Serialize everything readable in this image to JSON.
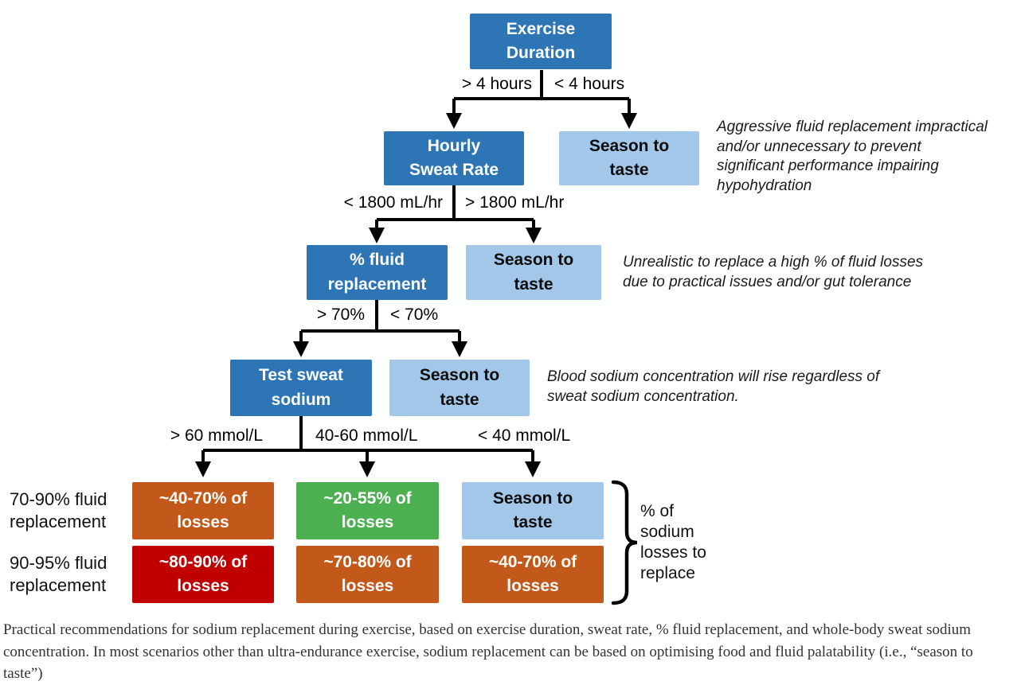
{
  "palette": {
    "decision_blue": "#2E75B6",
    "outcome_light_blue": "#A3C7E8",
    "outcome_orange": "#C2591B",
    "outcome_green": "#4CAF50",
    "outcome_red": "#C00000",
    "line_black": "#000000"
  },
  "nodes": {
    "exercise_duration": "Exercise\nDuration",
    "hourly_sweat_rate": "Hourly\nSweat Rate",
    "pct_fluid_replacement": "% fluid\nreplacement",
    "test_sweat_sodium": "Test sweat\nsodium",
    "season_to_taste": "Season to\ntaste"
  },
  "branches": {
    "gt_4_hours": "> 4 hours",
    "lt_4_hours": "< 4 hours",
    "lt_1800": "< 1800 mL/hr",
    "gt_1800": "> 1800 mL/hr",
    "gt_70pct": "> 70%",
    "lt_70pct": "< 70%",
    "gt_60_mmol": "> 60 mmol/L",
    "mid_40_60_mmol": "40-60 mmol/L",
    "lt_40_mmol": "< 40 mmol/L"
  },
  "notes": {
    "duration_note": "Aggressive fluid replacement impractical\nand/or unnecessary to prevent\nsignificant performance impairing\nhypohydration",
    "sweat_rate_note": "Unrealistic to replace a high % of fluid losses\ndue to practical issues and/or gut tolerance",
    "fluid_replacement_note": "Blood sodium concentration will rise regardless of\nsweat sodium concentration."
  },
  "result_rows": [
    {
      "label": "70-90% fluid\nreplacement",
      "cells": [
        {
          "label": "~40-70% of\nlosses",
          "color": "#C2591B"
        },
        {
          "label": "~20-55% of\nlosses",
          "color": "#4CAF50"
        },
        {
          "label": "Season to\ntaste",
          "color": "#A3C7E8"
        }
      ]
    },
    {
      "label": "90-95% fluid\nreplacement",
      "cells": [
        {
          "label": "~80-90% of\nlosses",
          "color": "#C00000"
        },
        {
          "label": "~70-80% of\nlosses",
          "color": "#C2591B"
        },
        {
          "label": "~40-70% of\nlosses",
          "color": "#C2591B"
        }
      ]
    }
  ],
  "bracket_label": "% of\nsodium\nlosses to\nreplace",
  "caption": "Practical recommendations for sodium replacement during exercise, based on exercise duration, sweat rate, % fluid replacement, and whole-body sweat sodium concentration. In most scenarios other than ultra-endurance exercise, sodium replacement can be based on optimising food and fluid palatability (i.e., “season to taste”)"
}
